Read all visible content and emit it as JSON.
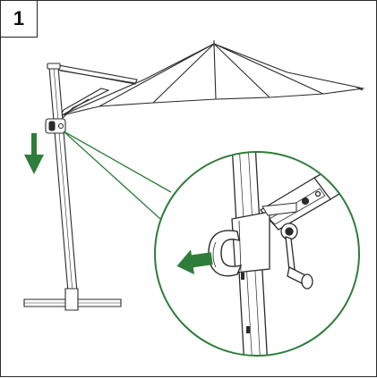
{
  "step": {
    "number": "1"
  },
  "colors": {
    "line": "#2b2b2b",
    "accent_green": "#2e7d3a",
    "background": "#ffffff"
  },
  "icons": [
    "down-arrow-icon",
    "left-arrow-icon"
  ],
  "figure": {
    "subject": "cantilever-umbrella-assembly",
    "callout": "magnified-crank-handle-detail"
  }
}
